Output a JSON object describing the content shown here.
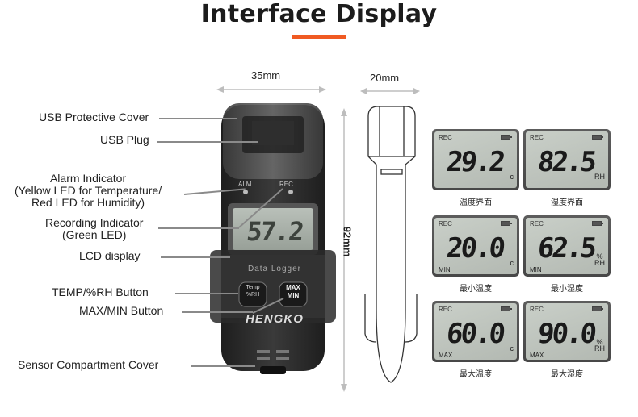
{
  "title": "Interface Display",
  "dimensions": {
    "width": "35mm",
    "depth": "20mm",
    "height": "92mm"
  },
  "callouts": [
    "USB Protective Cover",
    "USB Plug",
    "Alarm Indicator\n(Yellow LED for Temperature/\nRed LED for Humidity)",
    "Recording Indicator\n(Green LED)",
    "LCD display",
    "TEMP/%RH Button",
    "MAX/MIN Button",
    "Sensor Compartment Cover"
  ],
  "device": {
    "alm_label": "ALM",
    "rec_label": "REC",
    "lcd_value": "57.2",
    "model_label": "Data Logger",
    "temp_button": "Temp\n%RH",
    "maxmin_button": "MAX\nMIN",
    "brand": "HENGKO"
  },
  "lcd_panels": [
    {
      "rec": "REC",
      "value": "29.2",
      "unit": "c",
      "tag": "",
      "caption": "温度界面"
    },
    {
      "rec": "REC",
      "value": "82.5",
      "unit": "RH",
      "tag": "",
      "caption": "湿度界面"
    },
    {
      "rec": "REC",
      "value": "20.0",
      "unit": "c",
      "tag": "MIN",
      "caption": "最小温度"
    },
    {
      "rec": "REC",
      "value": "62.5",
      "unit": "%\nRH",
      "tag": "MIN",
      "caption": "最小湿度"
    },
    {
      "rec": "REC",
      "value": "60.0",
      "unit": "c",
      "tag": "MAX",
      "caption": "最大温度"
    },
    {
      "rec": "REC",
      "value": "90.0",
      "unit": "%\nRH",
      "tag": "MAX",
      "caption": "最大湿度"
    }
  ],
  "colors": {
    "accent": "#f05a22",
    "device_body": "#2b2b2b",
    "lcd_bg": "#c0c6bf"
  }
}
